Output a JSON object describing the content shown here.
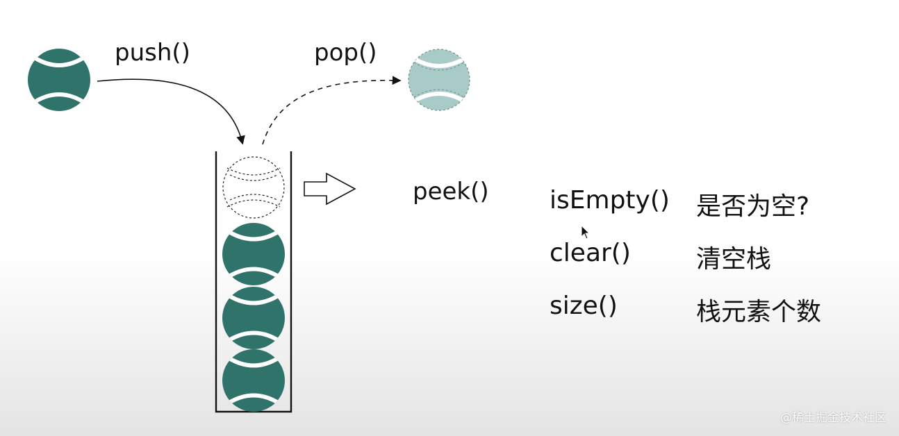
{
  "colors": {
    "ball": "#2f736b",
    "ball_faded": "#a9cbc7",
    "stroke": "#111111"
  },
  "operations": {
    "push": "push()",
    "pop": "pop()",
    "peek": "peek()"
  },
  "methods": [
    {
      "name": "isEmpty()",
      "desc": "是否为空?"
    },
    {
      "name": "clear()",
      "desc": "清空栈"
    },
    {
      "name": "size()",
      "desc": "栈元素个数"
    }
  ],
  "stack": {
    "filled_balls": 3,
    "placeholder_balls": 1
  },
  "watermark": "@稀土掘金技术社区",
  "icons": {
    "cursor": "mouse-pointer-icon",
    "peek_arrow": "hollow-arrow-right-icon"
  }
}
